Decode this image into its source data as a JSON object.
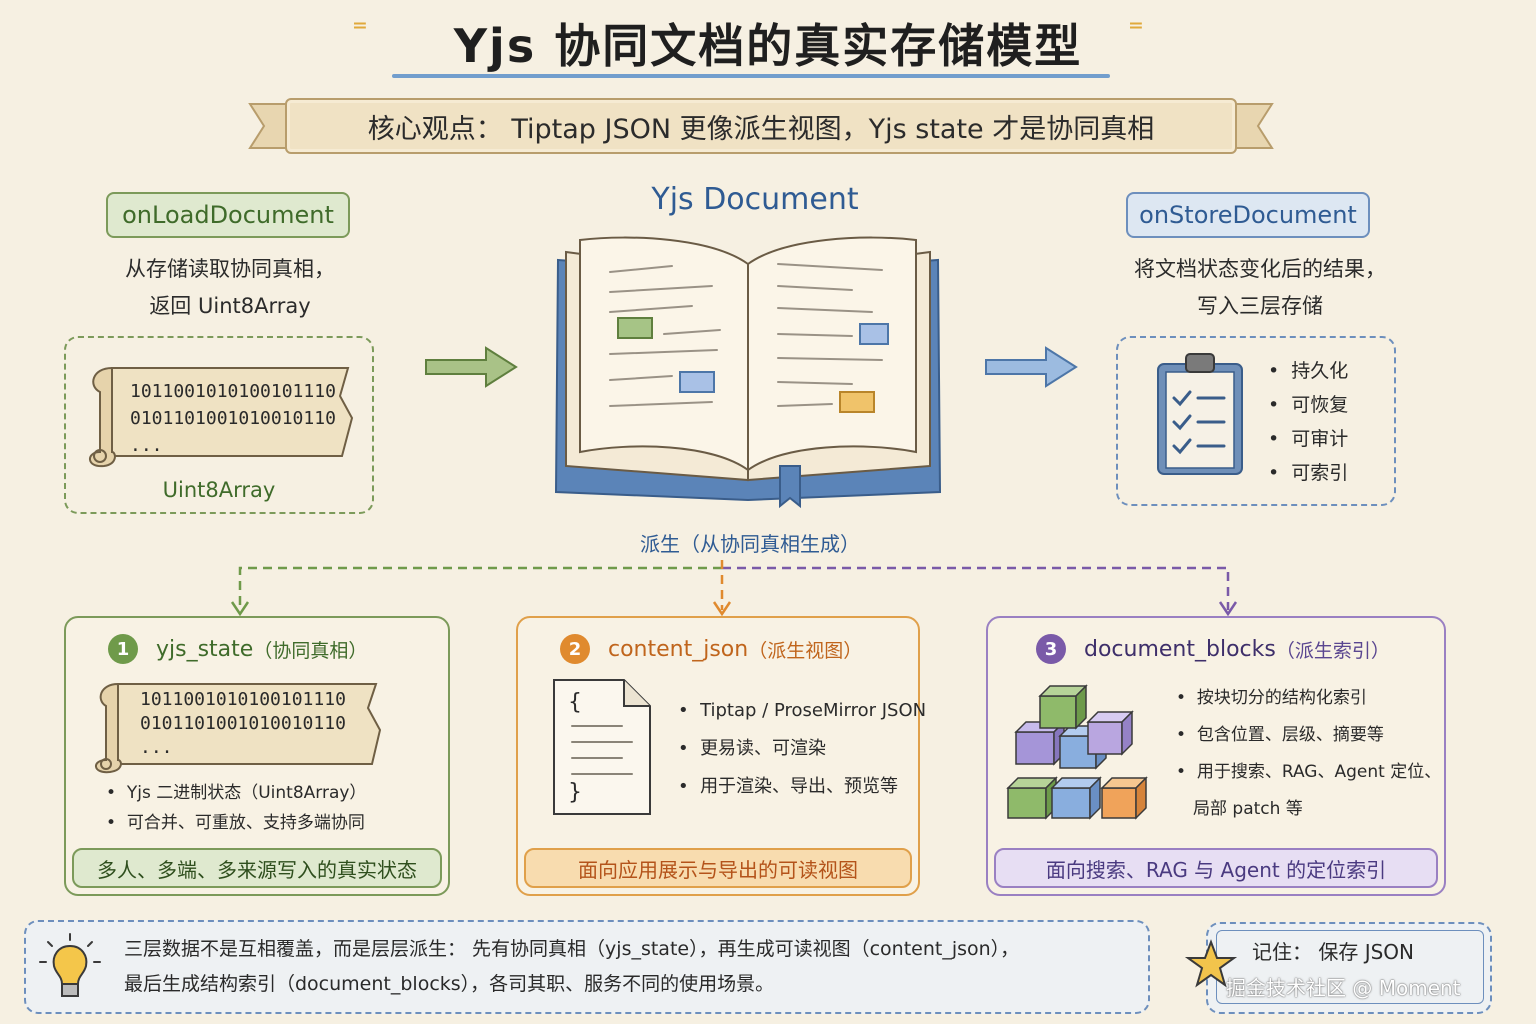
{
  "title": "Yjs 协同文档的真实存储模型",
  "banner": "核心观点： Tiptap JSON 更像派生视图，Yjs state 才是协同真相",
  "center": {
    "label": "Yjs Document",
    "derive_label": "派生（从协同真相生成）"
  },
  "left": {
    "tag": "onLoadDocument",
    "desc_line1": "从存储读取协同真相，",
    "desc_line2": "返回 Uint8Array",
    "bits_line1": "1011001010100101110",
    "bits_line2": "0101101001010010110",
    "bits_line3": "...",
    "caption": "Uint8Array"
  },
  "right": {
    "tag": "onStoreDocument",
    "desc_line1": "将文档状态变化后的结果，",
    "desc_line2": "写入三层存储",
    "items": [
      "持久化",
      "可恢复",
      "可审计",
      "可索引"
    ]
  },
  "cards": [
    {
      "num": "1",
      "name": "yjs_state",
      "sub": "（协同真相）",
      "bits_line1": "1011001010100101110",
      "bits_line2": "0101101001010010110",
      "bits_line3": "...",
      "bullets": [
        "Yjs 二进制状态（Uint8Array）",
        "可合并、可重放、支持多端协同"
      ],
      "footer": "多人、多端、多来源写入的真实状态"
    },
    {
      "num": "2",
      "name": "content_json",
      "sub": "（派生视图）",
      "doc_open": "{",
      "doc_close": "}",
      "bullets": [
        "Tiptap / ProseMirror JSON",
        "更易读、可渲染",
        "用于渲染、导出、预览等"
      ],
      "footer": "面向应用展示与导出的可读视图"
    },
    {
      "num": "3",
      "name": "document_blocks",
      "sub": "（派生索引）",
      "bullets": [
        "按块切分的结构化索引",
        "包含位置、层级、摘要等",
        "用于搜索、RAG、Agent 定位、",
        "局部 patch 等"
      ],
      "footer": "面向搜索、RAG 与 Agent 的定位索引"
    }
  ],
  "note": {
    "line1": "三层数据不是互相覆盖，而是层层派生： 先有协同真相（yjs_state），再生成可读视图（content_json），",
    "line2": "最后生成结构索引（document_blocks），各司其职、服务不同的使用场景。"
  },
  "memo": {
    "line1": "记住： 保存 JSON",
    "line2": "掘金技术社区 @ Moment"
  },
  "colors": {
    "green": "#6f9a4a",
    "orange": "#e08a2e",
    "purple": "#7a5aa8",
    "blue": "#5b8fc9"
  }
}
